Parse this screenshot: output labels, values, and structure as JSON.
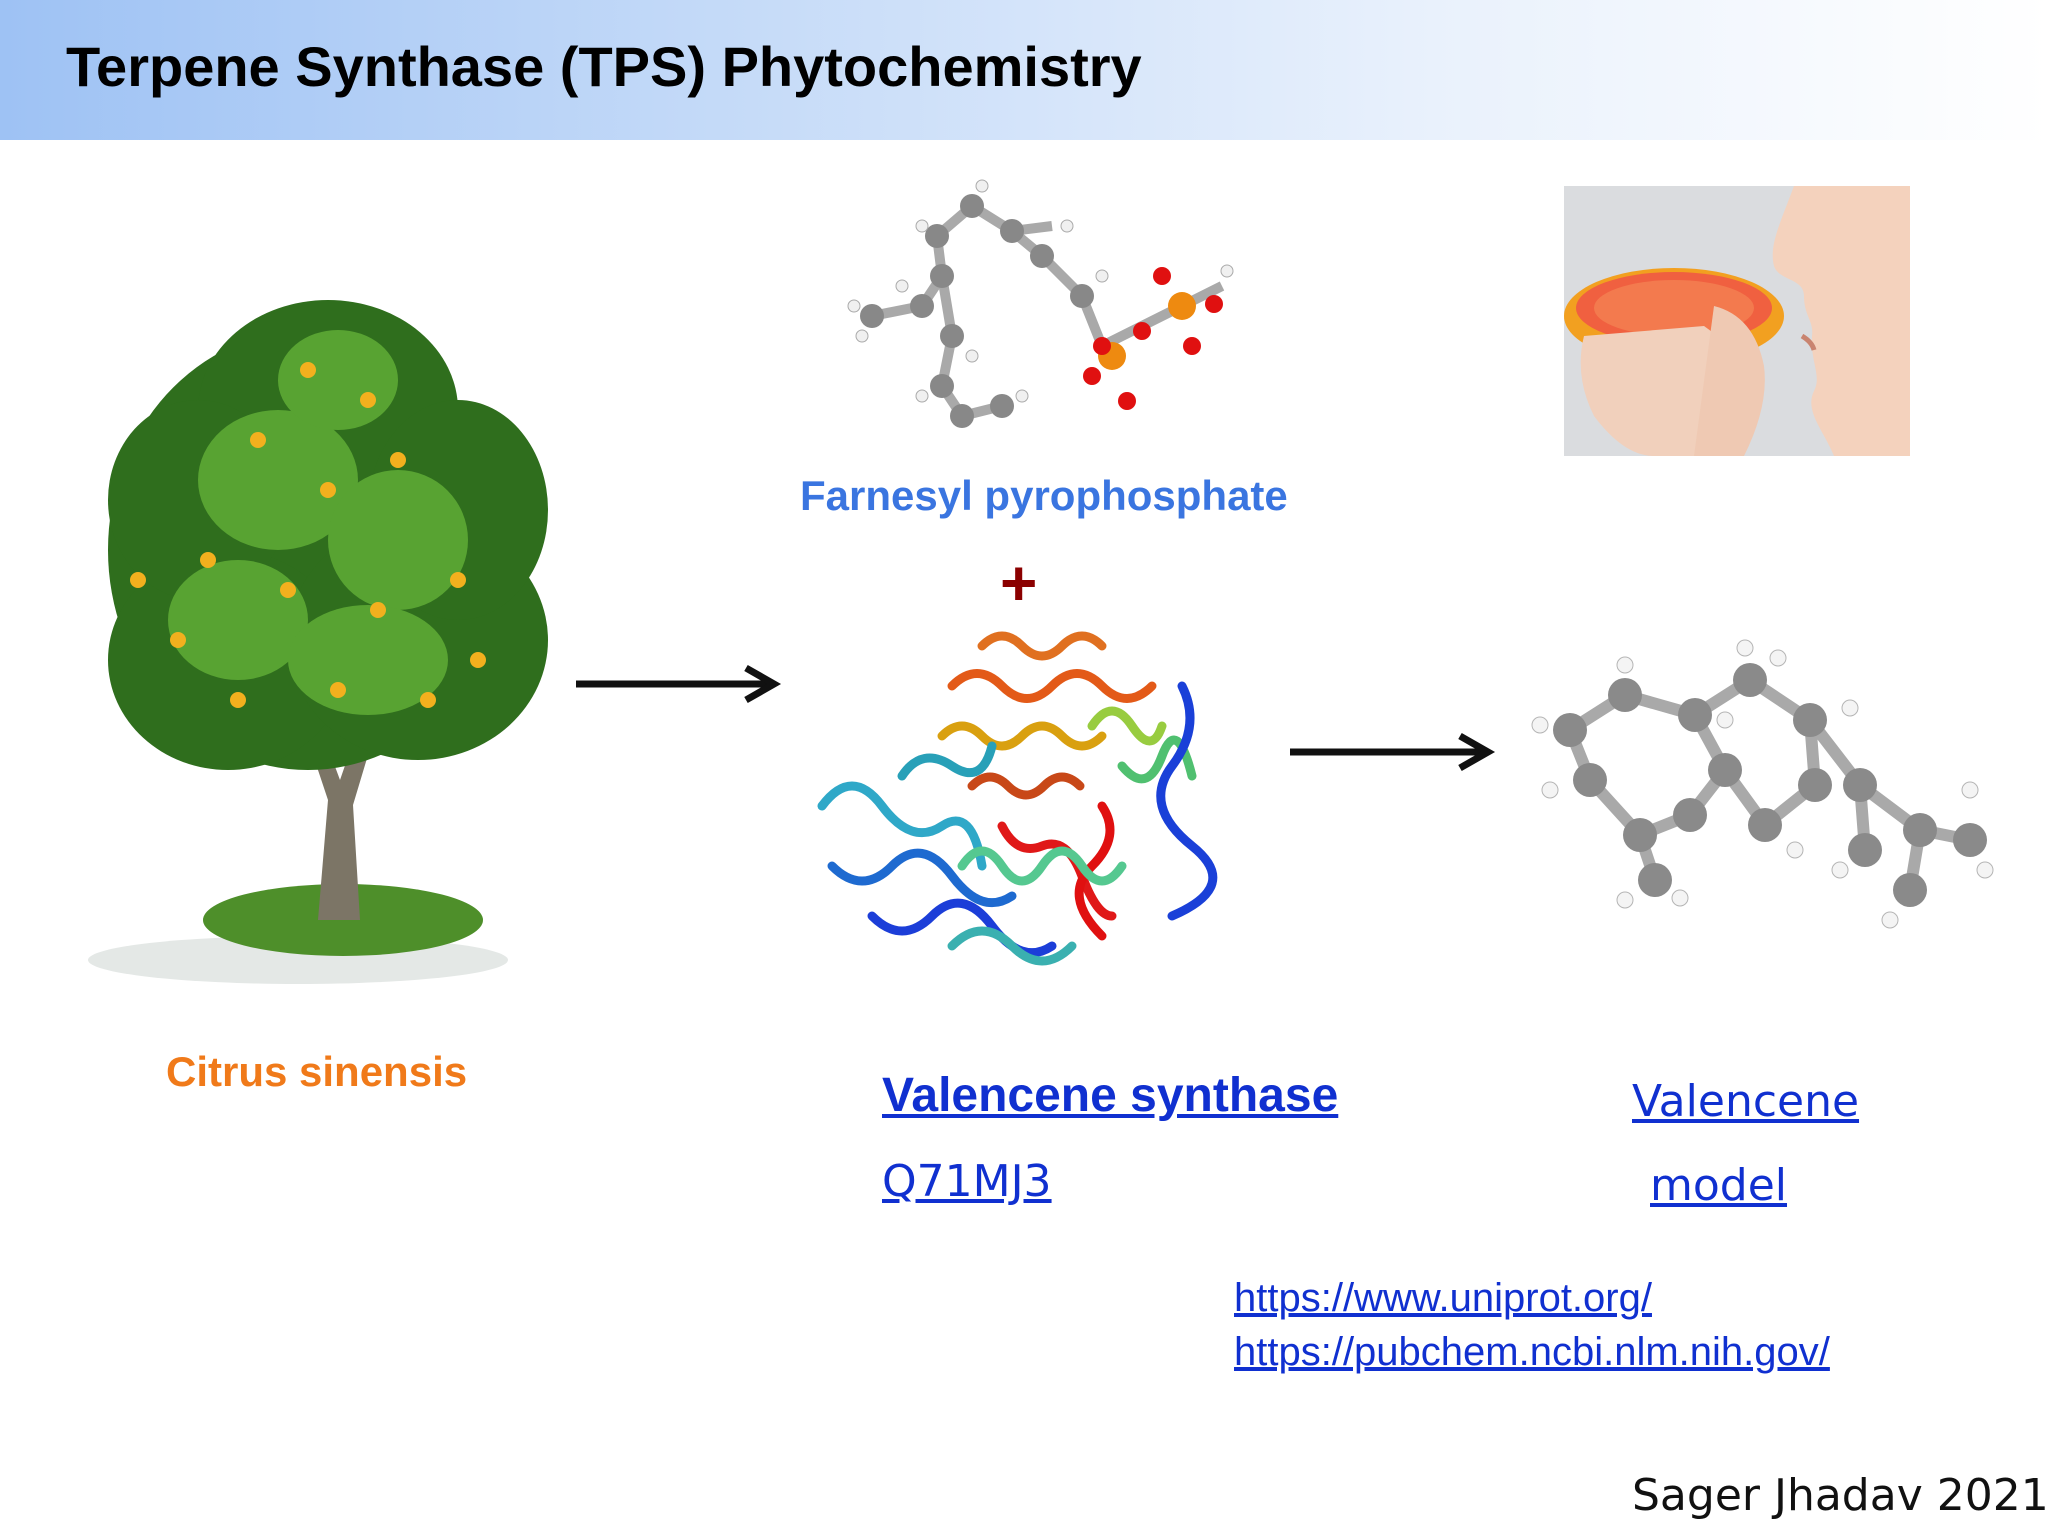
{
  "title": "Terpene Synthase (TPS) Phytochemistry",
  "labels": {
    "citrus": "Citrus sinensis",
    "fpp": "Farnesyl pyrophosphate",
    "plus": "+",
    "enzyme": "Valencene  synthase",
    "accession": "Q71MJ3",
    "product_line1": "Valencene",
    "product_line2": "model"
  },
  "links": [
    "https://www.uniprot.org/",
    "https://pubchem.ncbi.nlm.nih.gov/"
  ],
  "credit": "Sager Jhadav 2021",
  "colors": {
    "citrus_label": "#f07a1a",
    "fpp_label": "#3a75e0",
    "plus": "#8b0000",
    "link": "#1030d0",
    "title_bar_start": "#9ec2f4"
  },
  "images": {
    "tree": "orange-tree-illustration",
    "fpp_molecule": "ball-and-stick-fpp",
    "protein": "ribbon-protein-structure",
    "photo": "person-smelling-orange",
    "product_molecule": "ball-and-stick-valencene"
  }
}
